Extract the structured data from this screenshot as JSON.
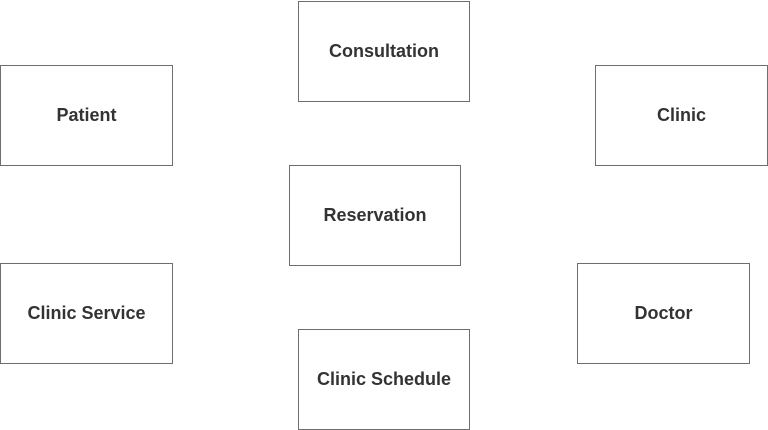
{
  "diagram": {
    "entities": {
      "consultation": "Consultation",
      "patient": "Patient",
      "clinic": "Clinic",
      "reservation": "Reservation",
      "clinic_service": "Clinic Service",
      "doctor": "Doctor",
      "clinic_schedule": "Clinic Schedule"
    },
    "colors": {
      "border": "#6e6e6e",
      "text": "#333333",
      "background": "#ffffff"
    }
  }
}
